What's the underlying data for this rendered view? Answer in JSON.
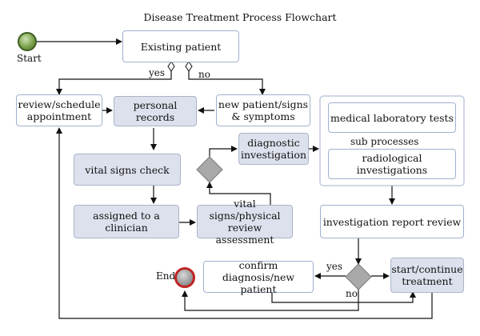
{
  "title": "Disease Treatment Process Flowchart",
  "labels": {
    "start": "Start",
    "end": "End",
    "yes_top": "yes",
    "no_top": "no",
    "yes_bottom": "yes",
    "no_bottom": "no",
    "sub_processes": "sub processes"
  },
  "nodes": {
    "existing_patient": "Existing patient",
    "review_schedule": "review/schedule appointment",
    "personal_records": "personal records",
    "new_patient": "new patient/signs & symptoms",
    "medical_lab_tests": "medical laboratory tests",
    "radiological": "radiological investigations",
    "diagnostic_investigation": "diagnostic investigation",
    "vital_signs_check": "vital signs check",
    "assigned_clinician": "assigned to a clinician",
    "vital_signs_review": "vital signs/physical review assessment",
    "investigation_report": "investigation report review",
    "confirm_diagnosis": "confirm diagnosis/new patient",
    "start_continue": "start/continue treatment"
  }
}
